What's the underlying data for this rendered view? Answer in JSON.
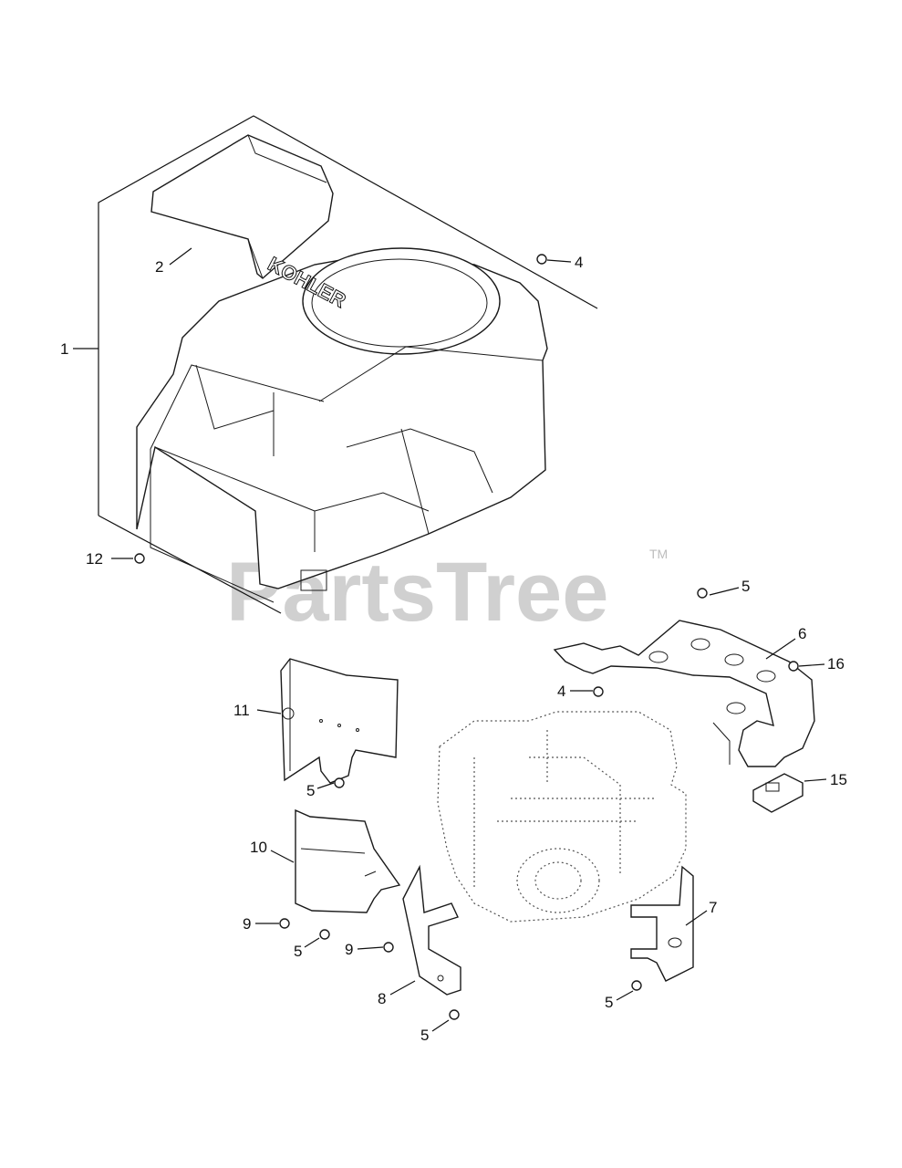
{
  "watermark": {
    "text": "PartsTree",
    "trademark": "TM"
  },
  "brand_label": "KOHLER",
  "callouts": [
    {
      "id": "c1",
      "label": "1"
    },
    {
      "id": "c2",
      "label": "2"
    },
    {
      "id": "c4a",
      "label": "4"
    },
    {
      "id": "c12",
      "label": "12"
    },
    {
      "id": "c5a",
      "label": "5"
    },
    {
      "id": "c6",
      "label": "6"
    },
    {
      "id": "c16",
      "label": "16"
    },
    {
      "id": "c4b",
      "label": "4"
    },
    {
      "id": "c11",
      "label": "11"
    },
    {
      "id": "c15",
      "label": "15"
    },
    {
      "id": "c5b",
      "label": "5"
    },
    {
      "id": "c10",
      "label": "10"
    },
    {
      "id": "c7",
      "label": "7"
    },
    {
      "id": "c9a",
      "label": "9"
    },
    {
      "id": "c9b",
      "label": "9"
    },
    {
      "id": "c5c",
      "label": "5"
    },
    {
      "id": "c8",
      "label": "8"
    },
    {
      "id": "c5d",
      "label": "5"
    },
    {
      "id": "c5e",
      "label": "5"
    }
  ]
}
